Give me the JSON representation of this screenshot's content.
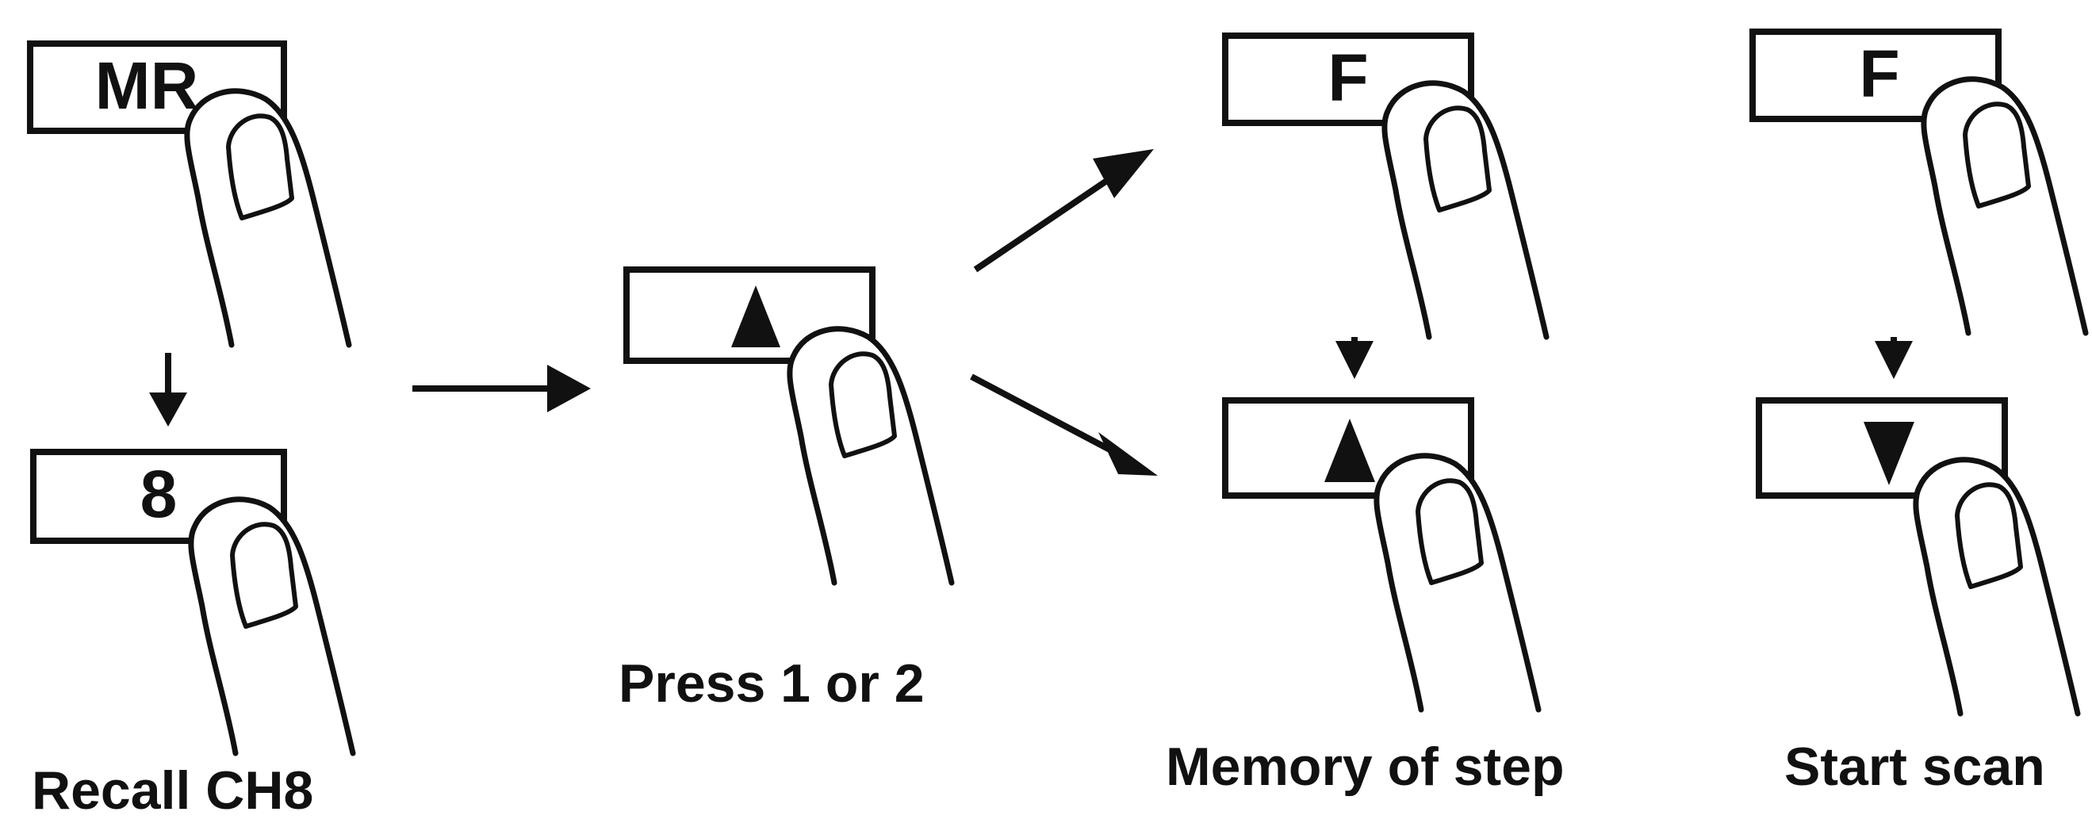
{
  "keys": {
    "mr_label": "MR",
    "eight_label": "8",
    "f_label_1": "F",
    "f_label_2": "F"
  },
  "icons": {
    "up_icon": "up-triangle-icon",
    "down_icon": "down-triangle-icon",
    "finger_icon": "pressing-finger-icon",
    "arrow_icon": "arrow-icon"
  },
  "captions": {
    "recall": "Recall CH8",
    "press": "Press 1 or 2",
    "memory": "Memory of step",
    "scan": "Start scan"
  },
  "colors": {
    "ink": "#111111",
    "background": "#ffffff"
  }
}
